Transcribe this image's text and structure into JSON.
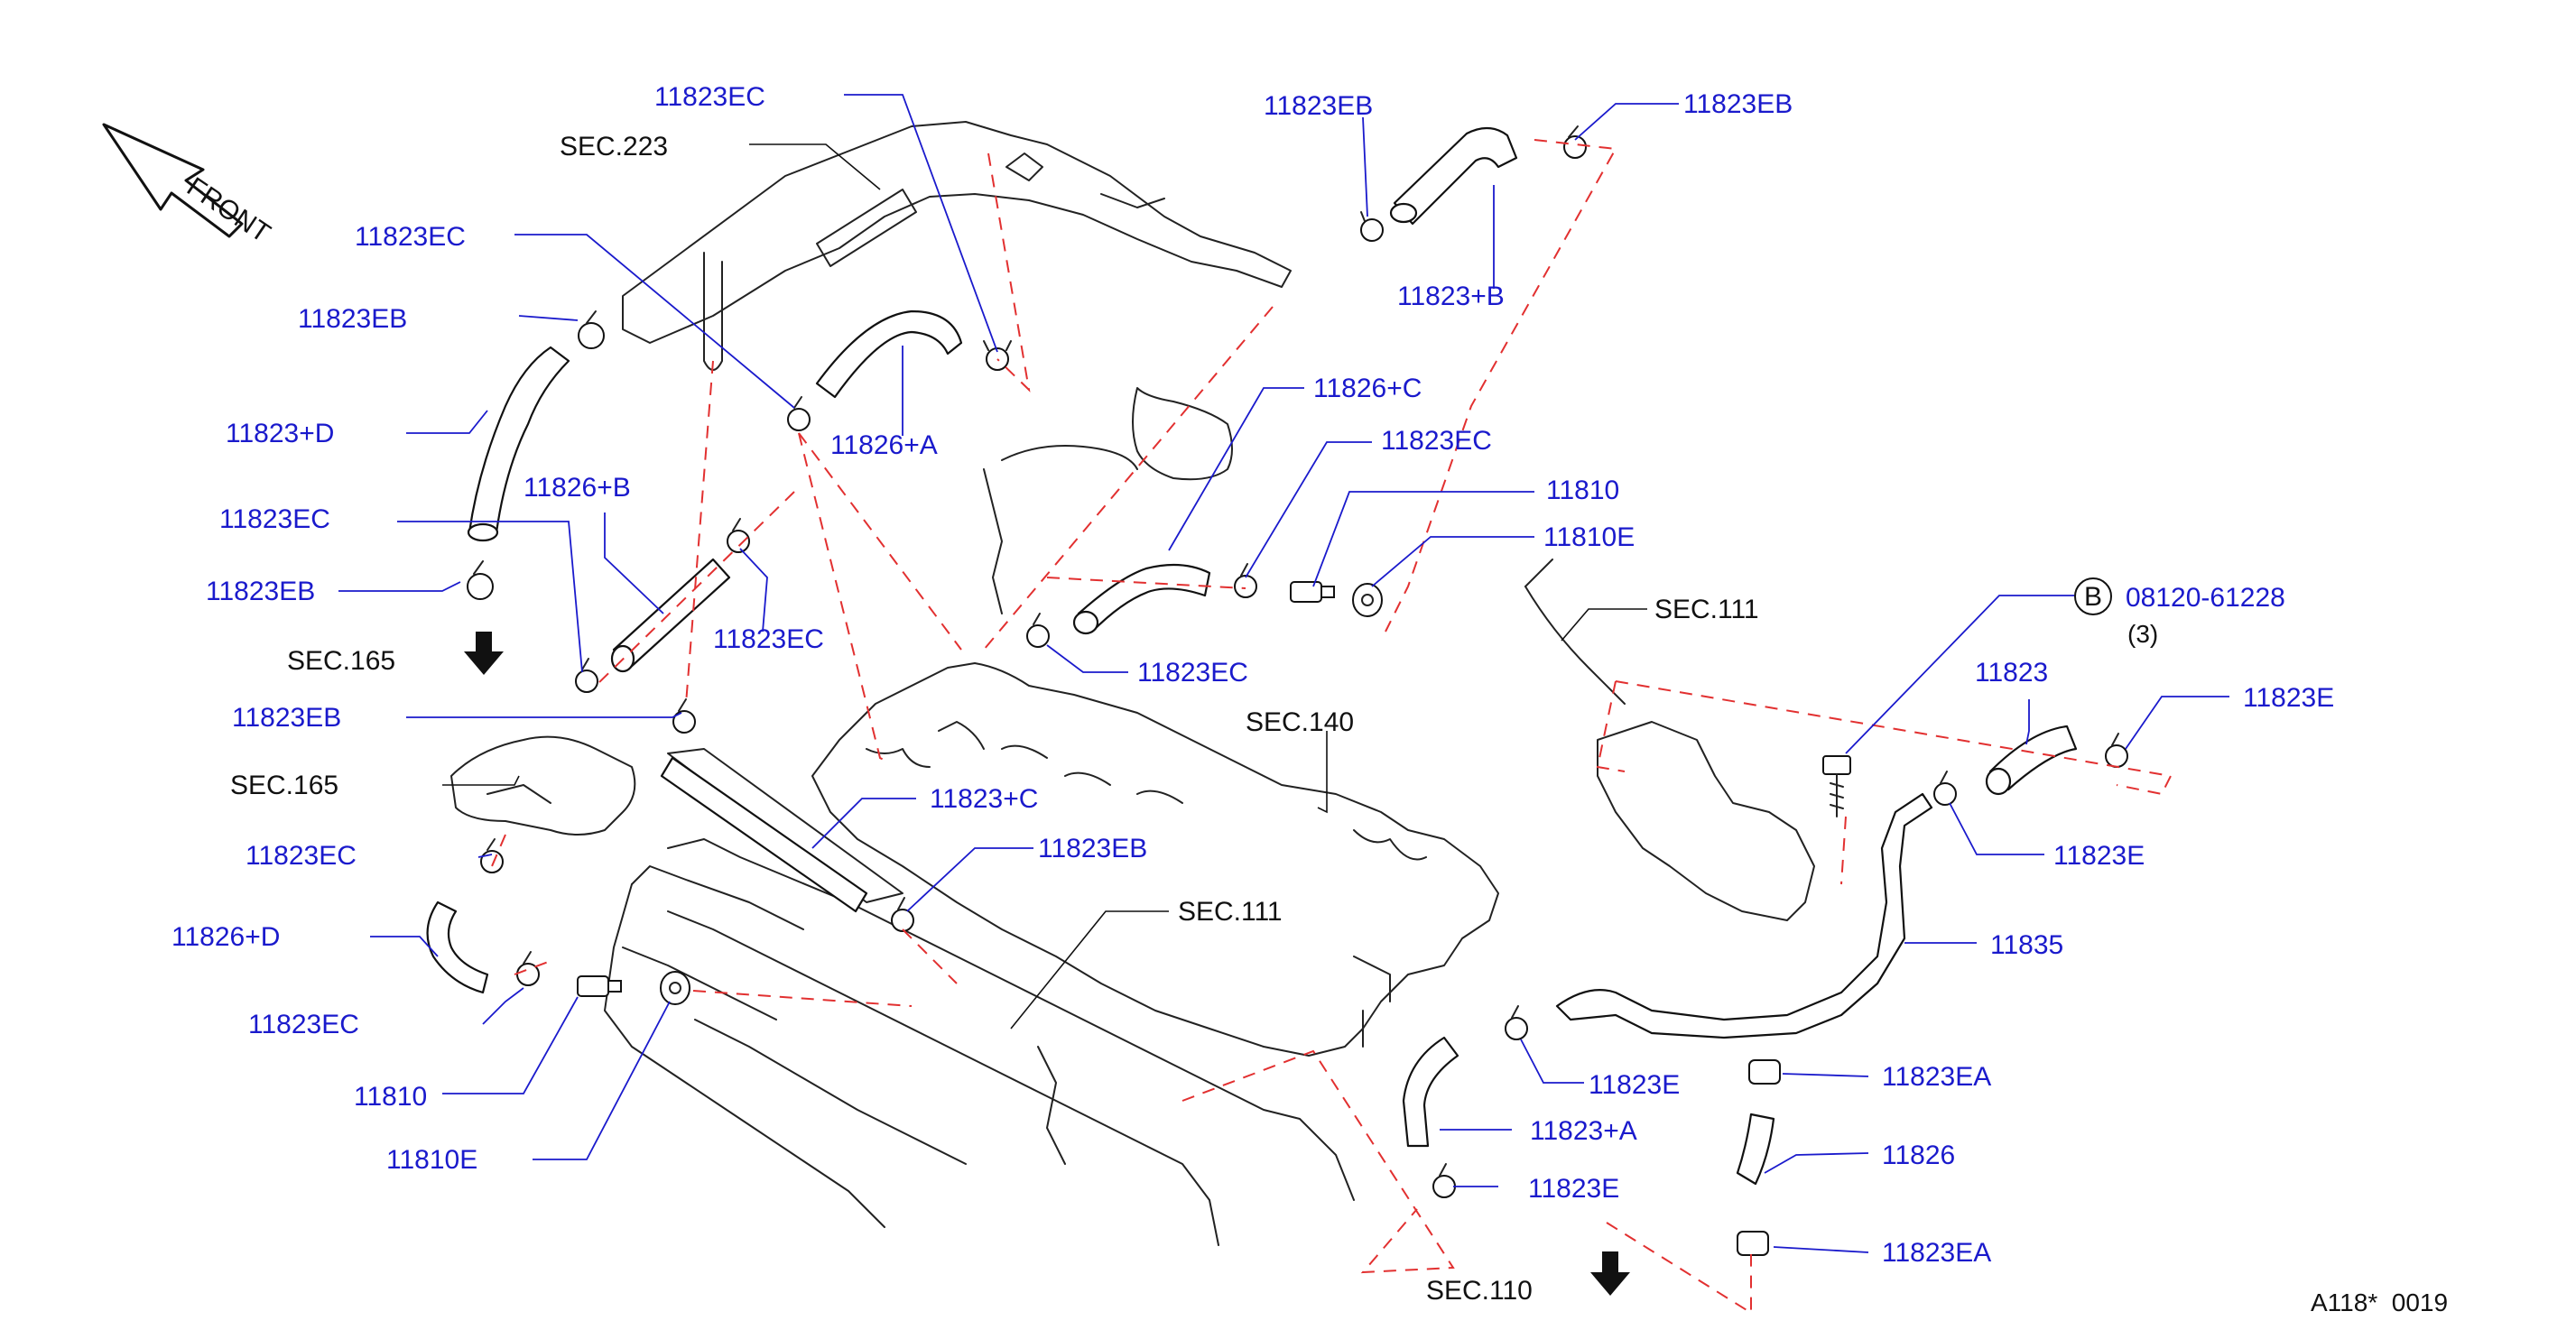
{
  "diagram": {
    "front_label": "FRONT",
    "footer_code": "A118*  0019",
    "bolt_callout": {
      "circle_letter": "B",
      "part_number": "08120-61228",
      "quantity": "(3)"
    },
    "section_labels": [
      {
        "id": "sec223",
        "text": "SEC.223"
      },
      {
        "id": "sec165a",
        "text": "SEC.165"
      },
      {
        "id": "sec165b",
        "text": "SEC.165"
      },
      {
        "id": "sec140",
        "text": "SEC.140"
      },
      {
        "id": "sec111a",
        "text": "SEC.111"
      },
      {
        "id": "sec111b",
        "text": "SEC.111"
      },
      {
        "id": "sec110",
        "text": "SEC.110"
      }
    ],
    "part_labels": [
      {
        "id": "p01",
        "text": "11823EC"
      },
      {
        "id": "p02",
        "text": "11823EB"
      },
      {
        "id": "p03",
        "text": "11823EB"
      },
      {
        "id": "p04",
        "text": "11823EC"
      },
      {
        "id": "p05",
        "text": "11823+B"
      },
      {
        "id": "p06",
        "text": "11823EB"
      },
      {
        "id": "p07",
        "text": "11826+A"
      },
      {
        "id": "p08",
        "text": "11823+D"
      },
      {
        "id": "p09",
        "text": "11826+C"
      },
      {
        "id": "p10",
        "text": "11823EC"
      },
      {
        "id": "p11",
        "text": "11826+B"
      },
      {
        "id": "p12",
        "text": "11810"
      },
      {
        "id": "p13",
        "text": "11823EC"
      },
      {
        "id": "p14",
        "text": "11810E"
      },
      {
        "id": "p15",
        "text": "11823EB"
      },
      {
        "id": "p16",
        "text": "11823EC"
      },
      {
        "id": "p17",
        "text": "11823EC"
      },
      {
        "id": "p18",
        "text": "11823"
      },
      {
        "id": "p19",
        "text": "11823E"
      },
      {
        "id": "p20",
        "text": "11823EB"
      },
      {
        "id": "p21",
        "text": "11823+C"
      },
      {
        "id": "p22",
        "text": "11823EB"
      },
      {
        "id": "p23",
        "text": "11823E"
      },
      {
        "id": "p24",
        "text": "11823EC"
      },
      {
        "id": "p25",
        "text": "11835"
      },
      {
        "id": "p26",
        "text": "11826+D"
      },
      {
        "id": "p27",
        "text": "11823EC"
      },
      {
        "id": "p28",
        "text": "11823E"
      },
      {
        "id": "p29",
        "text": "11823EA"
      },
      {
        "id": "p30",
        "text": "11810"
      },
      {
        "id": "p31",
        "text": "11823+A"
      },
      {
        "id": "p32",
        "text": "11826"
      },
      {
        "id": "p33",
        "text": "11810E"
      },
      {
        "id": "p34",
        "text": "11823E"
      },
      {
        "id": "p35",
        "text": "11823EA"
      }
    ]
  }
}
